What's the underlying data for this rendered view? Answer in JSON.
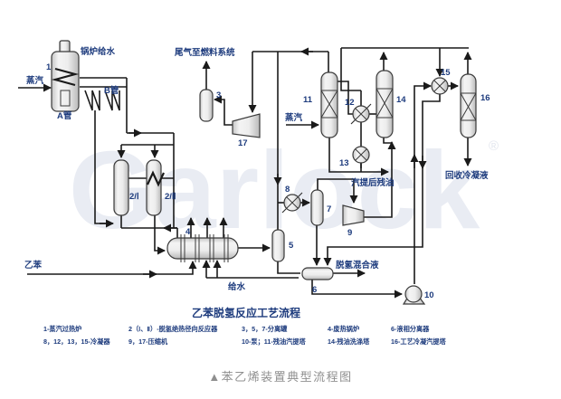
{
  "watermark": {
    "text": "Garlock",
    "registered": "®"
  },
  "title": "乙苯脱氢反应工艺流程",
  "caption": "▲苯乙烯装置典型流程图",
  "labels": {
    "boiler_feed_water": "锅炉给水",
    "steam_left": "蒸汽",
    "tube_a": "A管",
    "tube_b": "B管",
    "tail_gas_to_fuel": "尾气至燃料系统",
    "steam_column": "蒸汽",
    "stripped_residual_oil": "汽提后残油",
    "recovered_condensate": "回收冷凝液",
    "dehydrogenated_mixture": "脱氢混合液",
    "ethylbenzene": "乙苯",
    "feed_water": "给水"
  },
  "equipment": {
    "n1": "1",
    "n2a": "2/Ⅰ",
    "n2b": "2/Ⅱ",
    "n3": "3",
    "n4": "4",
    "n5": "5",
    "n6": "6",
    "n7": "7",
    "n8": "8",
    "n9": "9",
    "n10": "10",
    "n11": "11",
    "n12": "12",
    "n13": "13",
    "n14": "14",
    "n15": "15",
    "n16": "16",
    "n17": "17"
  },
  "legend": {
    "rows": [
      [
        "1-蒸汽过热炉",
        "2（Ⅰ、Ⅱ）-脱氢绝热径向反应器",
        "3，5，7-分离罐",
        "4-废热锅炉",
        "6-液相分离器"
      ],
      [
        "8，12，13，15-冷凝器",
        "9，17-压缩机",
        "10-泵；11-残油汽提塔",
        "14-残油洗涤塔",
        "16-工艺冷凝汽提塔"
      ]
    ]
  },
  "colors": {
    "label_navy": "#1d3b7d",
    "line_black": "#1a1a1a",
    "caption_gray": "#8f8f8f",
    "watermark_gray": "#e9ecf3",
    "equipment_fill": "#e9e9e9"
  }
}
